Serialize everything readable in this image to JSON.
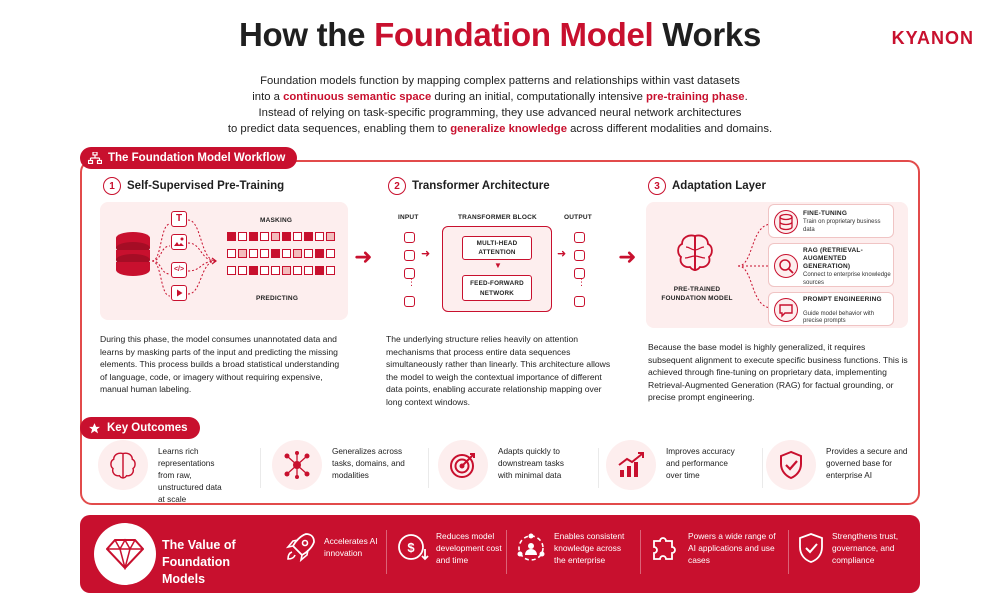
{
  "header": {
    "title_pre": "How the ",
    "title_hl": "Foundation Model",
    "title_post": " Works",
    "logo": "KYANON"
  },
  "intro": {
    "l1": "Foundation models function by mapping complex patterns and relationships within vast datasets",
    "l2a": "into a ",
    "l2hl1": "continuous semantic space",
    "l2b": " during an initial, computationally intensive ",
    "l2hl2": "pre-training phase",
    "l2c": ".",
    "l3": "Instead of relying on task-specific programming, they use advanced neural network architectures",
    "l4a": "to predict data sequences, enabling them to ",
    "l4hl": "generalize knowledge",
    "l4b": " across different modalities and domains."
  },
  "workflow": {
    "label": "The Foundation Model Workflow",
    "steps": [
      {
        "num": "1",
        "title": "Self-Supervised Pre-Training",
        "masking": "MASKING",
        "predicting": "PREDICTING",
        "desc": "During this phase, the model consumes unannotated data and learns by masking parts of the input and predicting the missing elements. This process builds a broad statistical understanding of language, code, or imagery without requiring expensive, manual human labeling."
      },
      {
        "num": "2",
        "title": "Transformer Architecture",
        "input": "INPUT",
        "block": "TRANSFORMER BLOCK",
        "output": "OUTPUT",
        "attention": "MULTI-HEAD ATTENTION",
        "ffn": "FEED-FORWARD NETWORK",
        "desc": "The underlying structure relies heavily on attention mechanisms that process entire data sequences simultaneously rather than linearly. This architecture allows the model to weigh the contextual importance of different data points, enabling accurate relationship mapping over long context windows."
      },
      {
        "num": "3",
        "title": "Adaptation Layer",
        "model": "PRE-TRAINED FOUNDATION MODEL",
        "options": [
          {
            "title": "FINE-TUNING",
            "sub": "Train on proprietary business data"
          },
          {
            "title": "RAG (RETRIEVAL-AUGMENTED GENERATION)",
            "sub": "Connect to enterprise knowledge sources"
          },
          {
            "title": "PROMPT ENGINEERING",
            "sub": "Guide model behavior with precise prompts"
          }
        ],
        "desc": "Because the base model is highly generalized, it requires subsequent alignment to execute specific business functions. This is achieved through fine-tuning on proprietary data, implementing Retrieval-Augmented Generation (RAG) for factual grounding, or precise prompt engineering."
      }
    ]
  },
  "outcomes": {
    "label": "Key Outcomes",
    "items": [
      {
        "text": "Learns rich representations from raw, unstructured data at scale",
        "icon": "brain-icon"
      },
      {
        "text": "Generalizes across tasks, domains, and modalities",
        "icon": "network-icon"
      },
      {
        "text": "Adapts quickly to downstream tasks with minimal data",
        "icon": "target-icon"
      },
      {
        "text": "Improves accuracy and performance over time",
        "icon": "growth-chart-icon"
      },
      {
        "text": "Provides a secure and governed base for enterprise AI",
        "icon": "shield-check-icon"
      }
    ]
  },
  "value": {
    "title": "The Value of Foundation Models",
    "items": [
      {
        "text": "Accelerates AI innovation",
        "icon": "rocket-icon"
      },
      {
        "text": "Reduces model development cost and time",
        "icon": "cost-icon"
      },
      {
        "text": "Enables consistent knowledge across the enterprise",
        "icon": "people-icon"
      },
      {
        "text": "Powers a wide range of AI applications and use cases",
        "icon": "puzzle-icon"
      },
      {
        "text": "Strengthens trust, governance, and compliance",
        "icon": "shield-icon"
      }
    ]
  },
  "colors": {
    "accent": "#c8102e",
    "tint": "#fdeeee"
  }
}
